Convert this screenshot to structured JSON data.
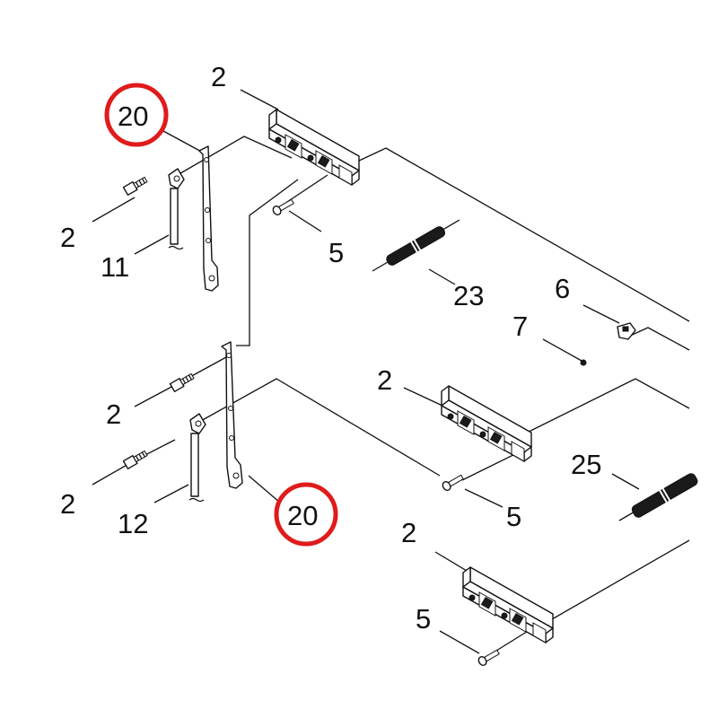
{
  "callouts": [
    {
      "id": "c2a",
      "text": "2"
    },
    {
      "id": "c20a",
      "text": "20"
    },
    {
      "id": "c2b",
      "text": "2"
    },
    {
      "id": "c11",
      "text": "11"
    },
    {
      "id": "c5a",
      "text": "5"
    },
    {
      "id": "c23",
      "text": "23"
    },
    {
      "id": "c6",
      "text": "6"
    },
    {
      "id": "c7",
      "text": "7"
    },
    {
      "id": "c2c",
      "text": "2"
    },
    {
      "id": "c2d",
      "text": "2"
    },
    {
      "id": "c2e",
      "text": "2"
    },
    {
      "id": "c12",
      "text": "12"
    },
    {
      "id": "c5b",
      "text": "5"
    },
    {
      "id": "c25",
      "text": "25"
    },
    {
      "id": "c20b",
      "text": "20"
    },
    {
      "id": "c2f",
      "text": "2"
    },
    {
      "id": "c5c",
      "text": "5"
    }
  ],
  "highlighted_callouts": [
    "c20a",
    "c20b"
  ],
  "highlight_color": "#e01b1b"
}
